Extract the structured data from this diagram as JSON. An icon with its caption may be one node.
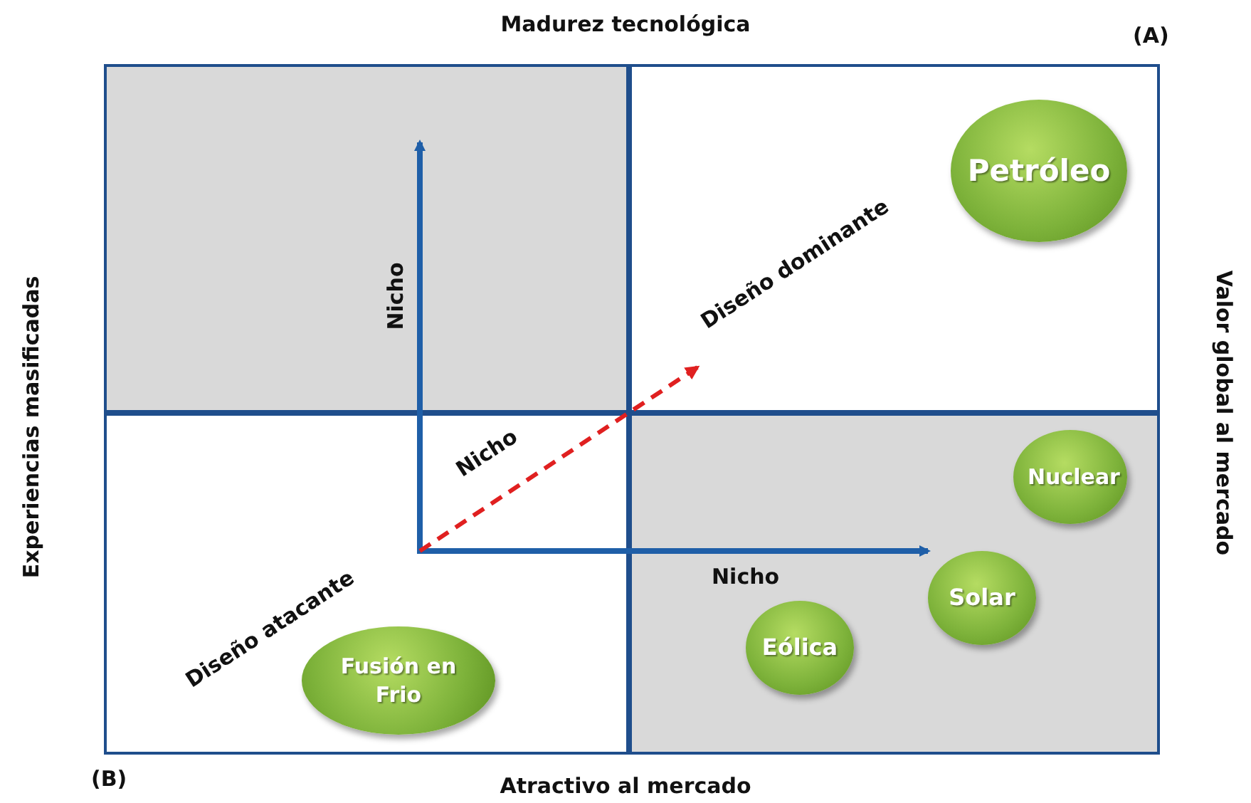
{
  "diagram": {
    "title": "Madurez tecnológica",
    "nodes": [
      {
        "text": [
          "Petróleo"
        ]
      },
      {
        "text": [
          "Nuclear"
        ]
      },
      {
        "text": [
          "Solar"
        ]
      },
      {
        "text": [
          "Eólica"
        ]
      },
      {
        "text": [
          "Fusión en Frio"
        ]
      },
      {
        "text": [
          "Diseño dominante"
        ]
      }
    ],
    "edges": [
      {
        "from": null,
        "to": 5,
        "arrow": "to",
        "label": "Nicho",
        "style": "dashed",
        "color": "#e02020"
      }
    ],
    "labels": [
      "(A)",
      "Experiencias masificadas",
      "Valor global al mercado",
      "Nicho",
      "Nicho",
      "Diseño atacante",
      "(B)",
      "Atractivo al mercado"
    ]
  }
}
